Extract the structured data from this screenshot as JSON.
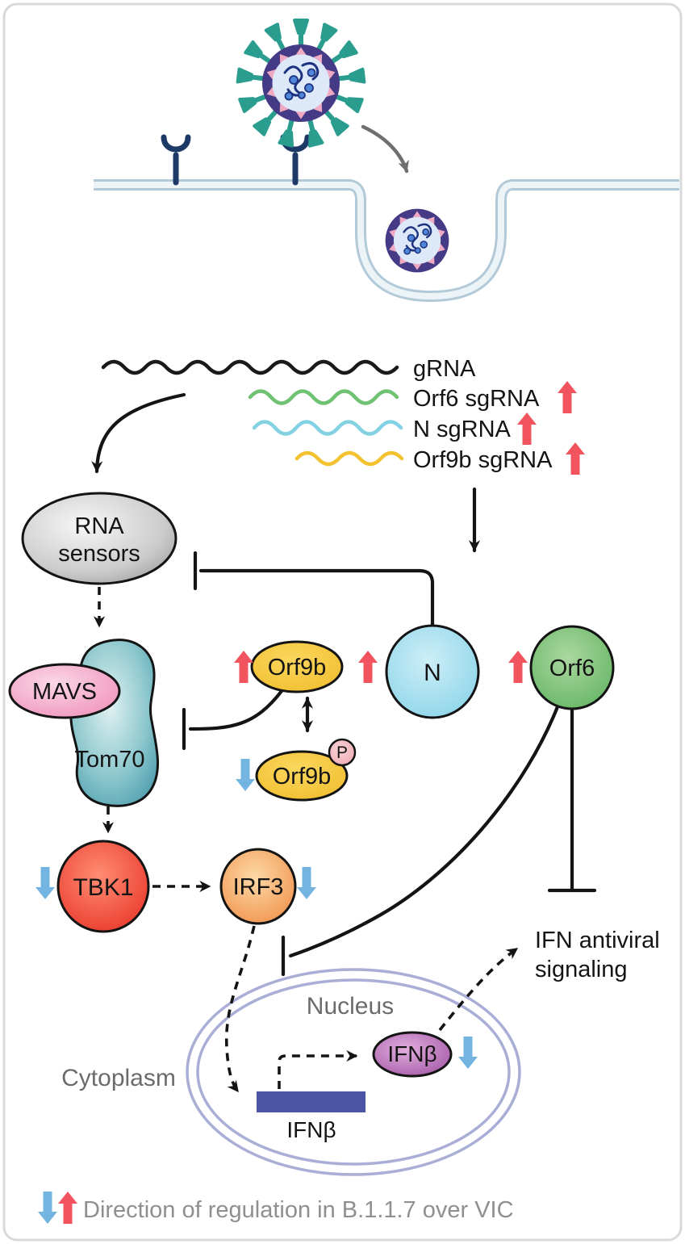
{
  "rna": {
    "grna": "gRNA",
    "orf6": "Orf6 sgRNA",
    "n": "N sgRNA",
    "orf9b": "Orf9b sgRNA"
  },
  "nodes": {
    "rna_sensors_line1": "RNA",
    "rna_sensors_line2": "sensors",
    "mavs": "MAVS",
    "tom70": "Tom70",
    "orf9b": "Orf9b",
    "orf9b_p": "Orf9b",
    "p_badge": "P",
    "n": "N",
    "orf6": "Orf6",
    "tbk1": "TBK1",
    "irf3": "IRF3"
  },
  "nucleus": {
    "label": "Nucleus",
    "cytoplasm": "Cytoplasm",
    "ifnb_gene": "IFNβ",
    "ifnb_protein": "IFNβ"
  },
  "signaling": {
    "line1": "IFN antiviral",
    "line2": "signaling"
  },
  "legend": {
    "text": "Direction of regulation in B.1.1.7 over VIC"
  },
  "colors": {
    "accent_red_up": "#f2545f",
    "accent_blue_down": "#73b4e0",
    "grna_wave": "#1a1a1a",
    "orf6_sgrna_wave": "#6fc272",
    "n_sgrna_wave": "#83d2e4",
    "orf9b_sgrna_wave": "#f2c230",
    "ifnb_gene_bar": "#4d55a5",
    "membrane": "#b2c9d8",
    "nucleus_border": "#a9aed6",
    "virus_spike": "#2a9d8f",
    "virus_envelope": "#453a86"
  }
}
